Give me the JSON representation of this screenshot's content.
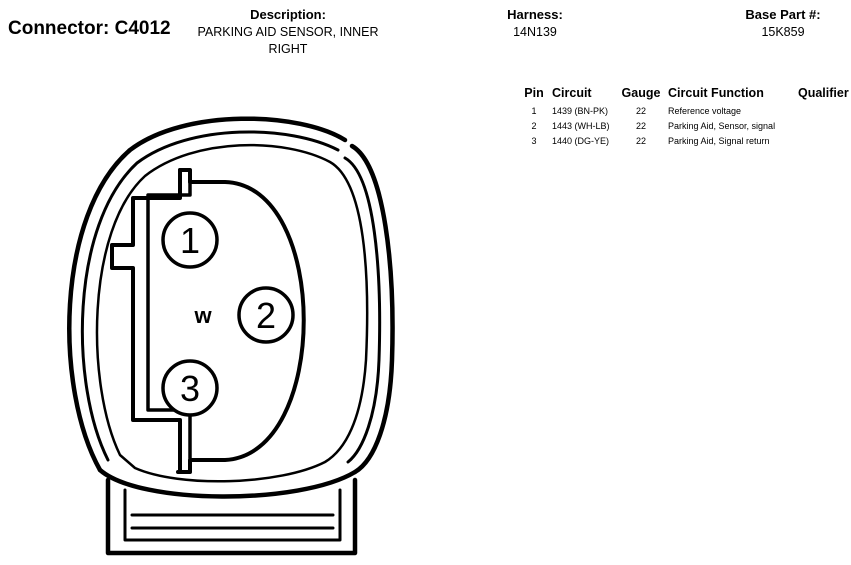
{
  "connector": {
    "title": "Connector: C4012"
  },
  "description": {
    "heading": "Description:",
    "text": "PARKING AID SENSOR, INNER RIGHT"
  },
  "harness": {
    "heading": "Harness:",
    "value": "14N139"
  },
  "base_part": {
    "heading": "Base Part #:",
    "value": "15K859"
  },
  "pin_table": {
    "headers": [
      "Pin",
      "Circuit",
      "Gauge",
      "Circuit Function",
      "Qualifier"
    ],
    "rows": [
      {
        "pin": "1",
        "circuit": "1439 (BN-PK)",
        "gauge": "22",
        "function": "Reference voltage",
        "qualifier": ""
      },
      {
        "pin": "2",
        "circuit": "1443 (WH-LB)",
        "gauge": "22",
        "function": "Parking Aid, Sensor, signal",
        "qualifier": ""
      },
      {
        "pin": "3",
        "circuit": "1440 (DG-YE)",
        "gauge": "22",
        "function": "Parking Aid, Signal return",
        "qualifier": ""
      }
    ]
  },
  "diagram": {
    "pins": [
      "1",
      "2",
      "3"
    ],
    "keying_mark": "w"
  }
}
